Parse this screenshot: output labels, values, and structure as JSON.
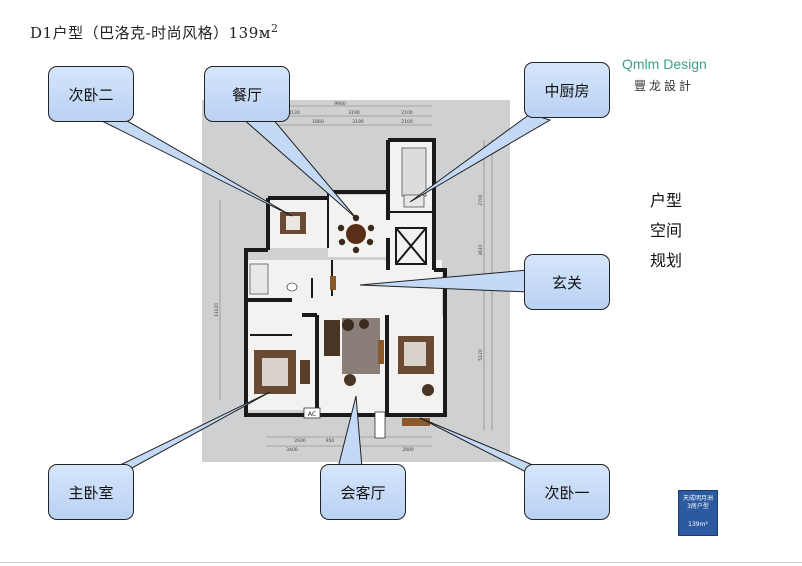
{
  "title": {
    "main": "D1户型（巴洛克-时尚风格）139м",
    "sup": "2"
  },
  "brand": {
    "english": "Qmlm Design",
    "chinese": "豐龙設計"
  },
  "side_labels": [
    "户型",
    "空间",
    "规划"
  ],
  "callouts": {
    "second_bedroom_2": "次卧二",
    "dining": "餐厅",
    "kitchen": "中厨房",
    "entrance": "玄关",
    "master_bedroom": "主卧室",
    "living": "会客厅",
    "second_bedroom_1": "次卧一"
  },
  "plan_dims": {
    "top_total": "9900",
    "top_a": "3130",
    "top_b": "3190",
    "top_c": "2100",
    "sub_a": "1860",
    "sub_b": "3190",
    "sub_c": "2100",
    "left_total": "13120",
    "bottom_a": "2600",
    "bottom_b": "950",
    "bottom_c": "3400",
    "bottom_d": "2800",
    "right_a": "2700",
    "right_b": "3610",
    "right_c": "5120"
  },
  "plan_tags": {
    "ac": "AC"
  },
  "thumbnail": {
    "line1": "天成明月洲",
    "line2": "3房户型",
    "line3": "139m²"
  },
  "colors": {
    "callout_fill": "#c4d9f6",
    "brand_green": "#3aa08a",
    "wall": "#1a1a1a",
    "floor": "#cfd0d2",
    "furniture": "#6b4a33"
  }
}
